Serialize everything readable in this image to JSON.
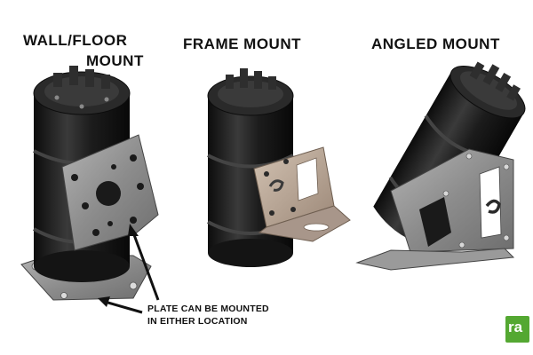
{
  "titles": {
    "wall_floor_line1": "WALL/FLOOR",
    "wall_floor_line2": "MOUNT",
    "frame": "FRAME MOUNT",
    "angled": "ANGLED MOUNT"
  },
  "annotation": {
    "line1": "PLATE CAN BE MOUNTED",
    "line2": "IN EITHER LOCATION"
  },
  "logo": {
    "text": "ra",
    "color": "#54a832"
  },
  "colors": {
    "canister_body": "#1b1b1b",
    "plate_gray": "#8a8a8a",
    "bracket_bronze": "#b8a594"
  }
}
